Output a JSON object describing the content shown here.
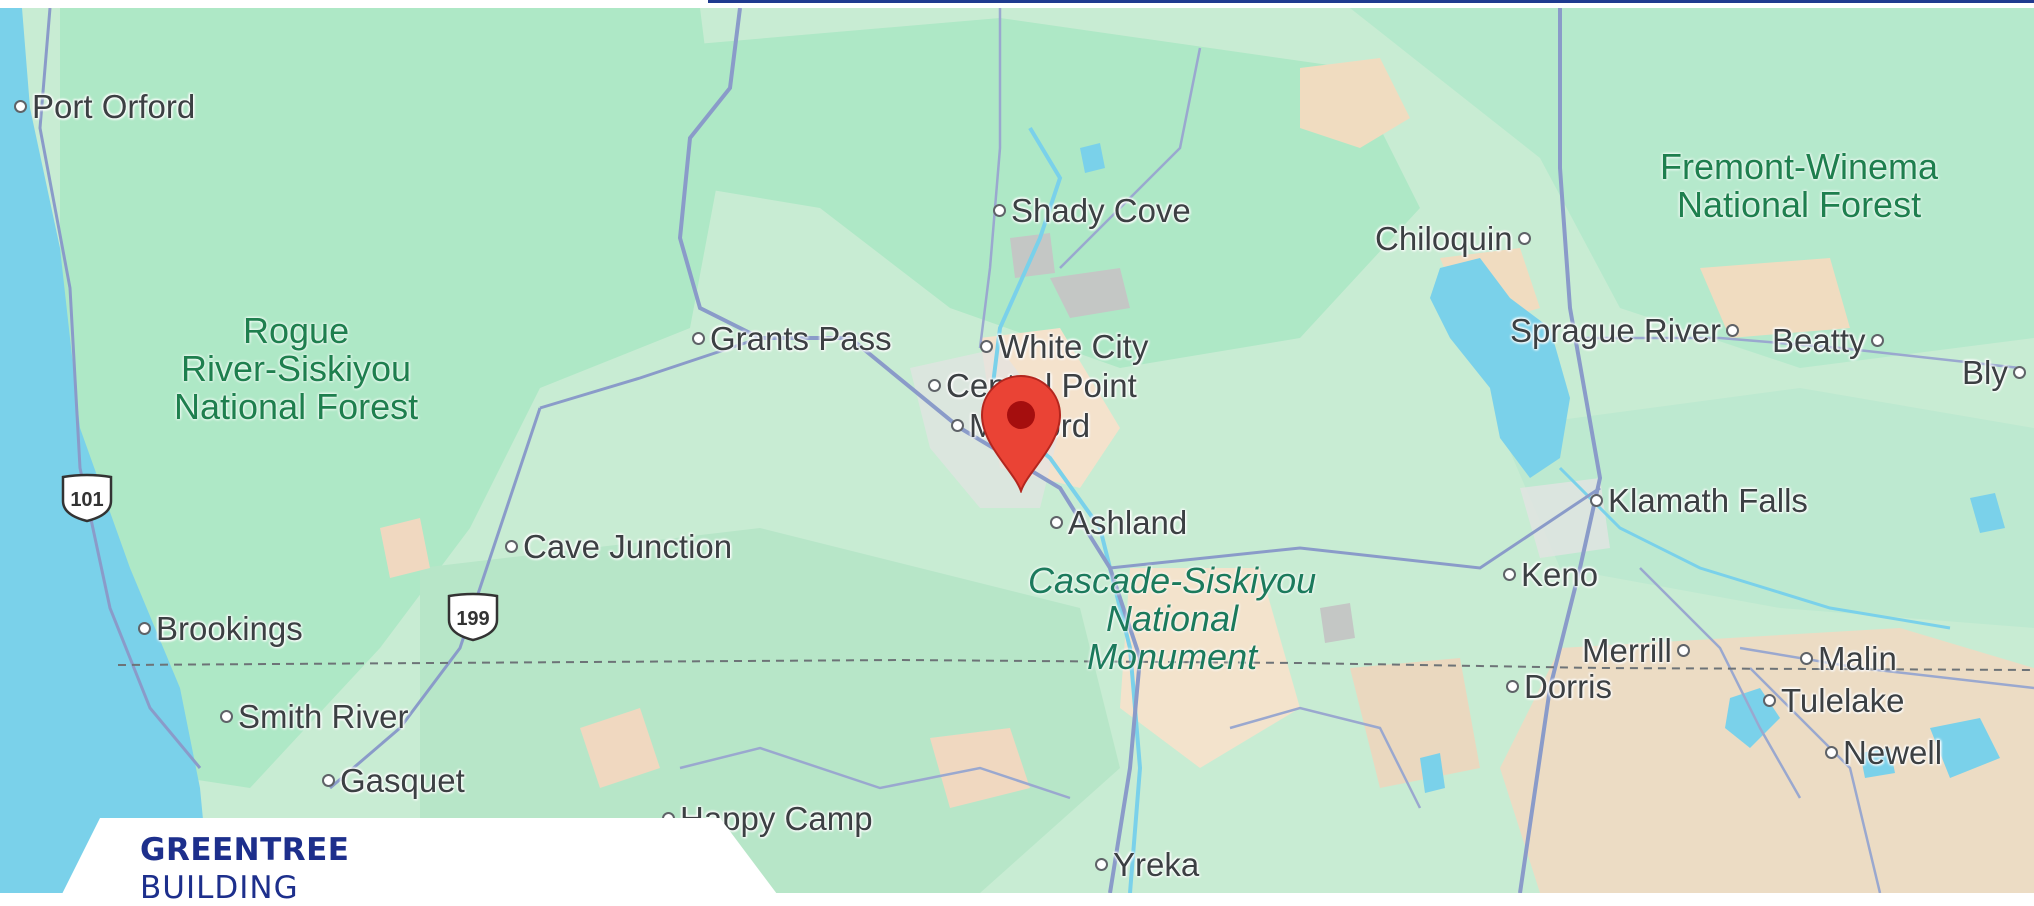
{
  "header": {
    "accent_color": "#1f3a8f"
  },
  "map": {
    "colors": {
      "forest": "#aee8c6",
      "land": "#c8ecd3",
      "water": "#7ad1ea",
      "desert": "#f0dcc0",
      "road": "#8a9bc9",
      "urban": "#e6e6e6"
    },
    "towns": {
      "port_orford": "Port Orford",
      "shady_cove": "Shady Cove",
      "chiloquin": "Chiloquin",
      "grants_pass": "Grants Pass",
      "white_city": "White City",
      "central_point": "Central Point",
      "medford": "Medford",
      "sprague_river": "Sprague River",
      "beatty": "Beatty",
      "bly": "Bly",
      "klamath_falls": "Klamath Falls",
      "ashland": "Ashland",
      "cave_junction": "Cave Junction",
      "keno": "Keno",
      "brookings": "Brookings",
      "merrill": "Merrill",
      "malin": "Malin",
      "dorris": "Dorris",
      "tulelake": "Tulelake",
      "smith_river": "Smith River",
      "newell": "Newell",
      "gasquet": "Gasquet",
      "happy_camp": "Happy Camp",
      "yreka": "Yreka"
    },
    "parks": {
      "fremont_line1": "Fremont-Winema",
      "fremont_line2": "National Forest",
      "rogue_line1": "Rogue",
      "rogue_line2": "River-Siskiyou",
      "rogue_line3": "National Forest",
      "cascade_line1": "Cascade-Siskiyou",
      "cascade_line2": "National",
      "cascade_line3": "Monument"
    },
    "shields": {
      "us101": "101",
      "us199": "199"
    },
    "marker": {
      "icon": "map-pin-icon",
      "color": "#ea4335"
    }
  },
  "brand": {
    "line1": "GREENTREE",
    "line2": "BUILDING"
  }
}
